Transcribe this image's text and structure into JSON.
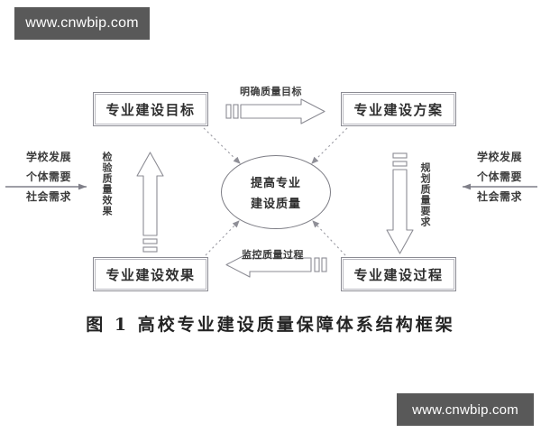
{
  "watermarks": [
    {
      "text": "www.cnwbip.com",
      "position": "top-left"
    },
    {
      "text": "www.cnwbip.com",
      "position": "bottom-right"
    }
  ],
  "diagram": {
    "caption": "图 1   高校专业建设质量保障体系结构框架",
    "center": {
      "shape": "ellipse",
      "line1": "提高专业",
      "line2": "建设质量"
    },
    "nodes": [
      {
        "id": "goal",
        "label": "专业建设目标",
        "corner": "top-left"
      },
      {
        "id": "plan",
        "label": "专业建设方案",
        "corner": "top-right"
      },
      {
        "id": "effect",
        "label": "专业建设效果",
        "corner": "bottom-left"
      },
      {
        "id": "process",
        "label": "专业建设过程",
        "corner": "bottom-right"
      }
    ],
    "block_arrows": [
      {
        "id": "top",
        "label": "明确质量目标",
        "direction": "right",
        "from": "goal",
        "to": "plan"
      },
      {
        "id": "right",
        "label": "规划质量要求",
        "direction": "down",
        "from": "plan",
        "to": "process"
      },
      {
        "id": "bottom",
        "label": "监控质量过程",
        "direction": "left",
        "from": "process",
        "to": "effect"
      },
      {
        "id": "left",
        "label": "检验质量效果",
        "direction": "up",
        "from": "effect",
        "to": "goal"
      }
    ],
    "side_inputs": {
      "left": {
        "arrow_direction": "right",
        "lines": [
          "学校发展",
          "个体需要",
          "社会需求"
        ]
      },
      "right": {
        "arrow_direction": "left",
        "lines": [
          "学校发展",
          "个体需要",
          "社会需求"
        ]
      }
    },
    "connectors": [
      {
        "from": "goal",
        "to": "center",
        "style": "dotted",
        "arrowhead": true
      },
      {
        "from": "plan",
        "to": "center",
        "style": "dotted",
        "arrowhead": true
      },
      {
        "from": "effect",
        "to": "center",
        "style": "dotted",
        "arrowhead": true
      },
      {
        "from": "process",
        "to": "center",
        "style": "dotted",
        "arrowhead": true
      }
    ]
  },
  "colors": {
    "watermark_background": "#595959",
    "watermark_text": "#ffffff",
    "line": "#8b8b93",
    "text": "#2e2e2e",
    "page_background": "#ffffff"
  }
}
